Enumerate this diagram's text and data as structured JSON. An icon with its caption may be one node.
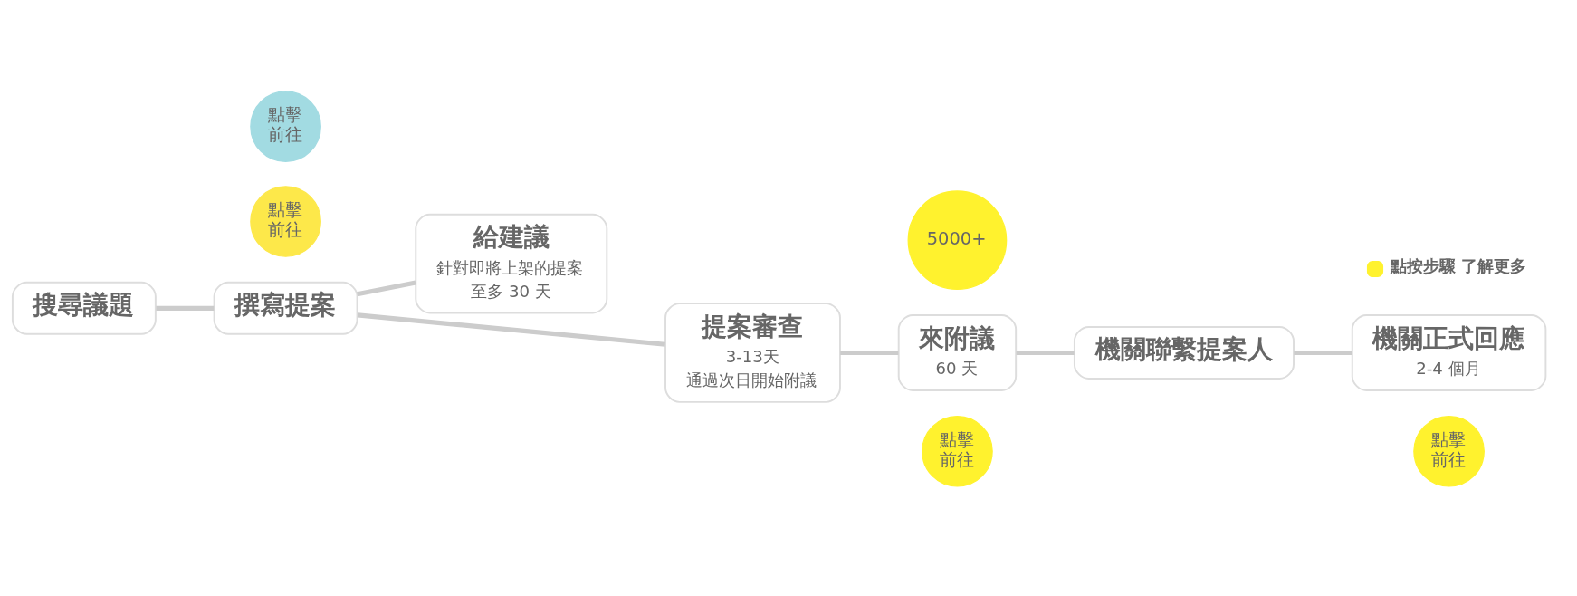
{
  "diagram": {
    "nodes": [
      {
        "text": [
          "搜尋議題"
        ]
      },
      {
        "text": [
          "點擊前往"
        ]
      },
      {
        "text": [
          "撰寫提案"
        ]
      },
      {
        "text": [
          "點擊前往"
        ]
      },
      {
        "text": [
          "給建議",
          "針對即將上架的提案",
          "至多 30 天"
        ]
      },
      {
        "text": [
          "提案審查",
          "3-13天",
          "通過次日開始附議"
        ]
      },
      {
        "text": [
          "5000+"
        ]
      },
      {
        "text": [
          "來附議",
          "60 天"
        ]
      },
      {
        "text": [
          "點擊前往"
        ]
      },
      {
        "text": [
          "機關聯繫提案人"
        ]
      },
      {
        "text": [
          "機關正式回應",
          "2-4 個月"
        ]
      },
      {
        "text": [
          "點擊前往"
        ]
      }
    ],
    "edges": [
      {
        "from": 0,
        "to": 2,
        "arrow": "none"
      },
      {
        "from": 2,
        "to": 5,
        "arrow": "none"
      },
      {
        "from": 2,
        "to": 4,
        "arrow": "none"
      },
      {
        "from": 5,
        "to": 7,
        "arrow": "none"
      },
      {
        "from": 7,
        "to": 9,
        "arrow": "none"
      },
      {
        "from": 9,
        "to": 10,
        "arrow": "none"
      }
    ],
    "legend": [
      {
        "text": "點按步驟 了解更多",
        "color": "#fff22e"
      }
    ]
  }
}
